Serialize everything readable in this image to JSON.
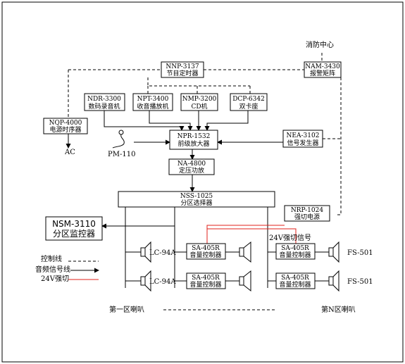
{
  "center": {
    "label": "消防中心"
  },
  "boxes": {
    "nam": {
      "model": "NAM-3430",
      "name": "报警矩阵"
    },
    "nnp": {
      "model": "NNP-3137",
      "name": "节目定时器"
    },
    "ndr": {
      "model": "NDR-3300",
      "name": "数码录音机"
    },
    "npt": {
      "model": "NPT-3400",
      "name": "收音播放机"
    },
    "nmp": {
      "model": "NMP-3200",
      "name": "CD机"
    },
    "dcp": {
      "model": "DCP-6342",
      "name": "双卡座"
    },
    "nqp": {
      "model": "NQP-4000",
      "name": "电源时序器"
    },
    "npr": {
      "model": "NPR-1532",
      "name": "前级放大器"
    },
    "nea": {
      "model": "NEA-3102",
      "name": "信号发生器"
    },
    "na": {
      "model": "NA-4800",
      "name": "定压功放"
    },
    "nss": {
      "model": "NSS-1025",
      "name": "分区选择器"
    },
    "nrp": {
      "model": "NRP-1024",
      "name": "强切电源"
    },
    "nsm": {
      "model": "NSM-3110",
      "name": "分区监控器"
    },
    "sa": {
      "model": "SA-405R",
      "name": "音量控制器"
    }
  },
  "labels": {
    "ac": "AC",
    "pm": "PM-110",
    "lc1": "LC-94A",
    "lc2": "LC-94A",
    "fs1": "FS-501",
    "fs2": "FS-501",
    "strong_signal": "24V强切信号",
    "zone_first": "第一区喇叭",
    "zone_n": "第N区喇叭"
  },
  "legend": {
    "control": "控制线",
    "audio": "音频信号线",
    "power24": "24V强切"
  },
  "colors": {
    "line": "#000000",
    "red": "#e0201b",
    "background": "#ffffff"
  }
}
